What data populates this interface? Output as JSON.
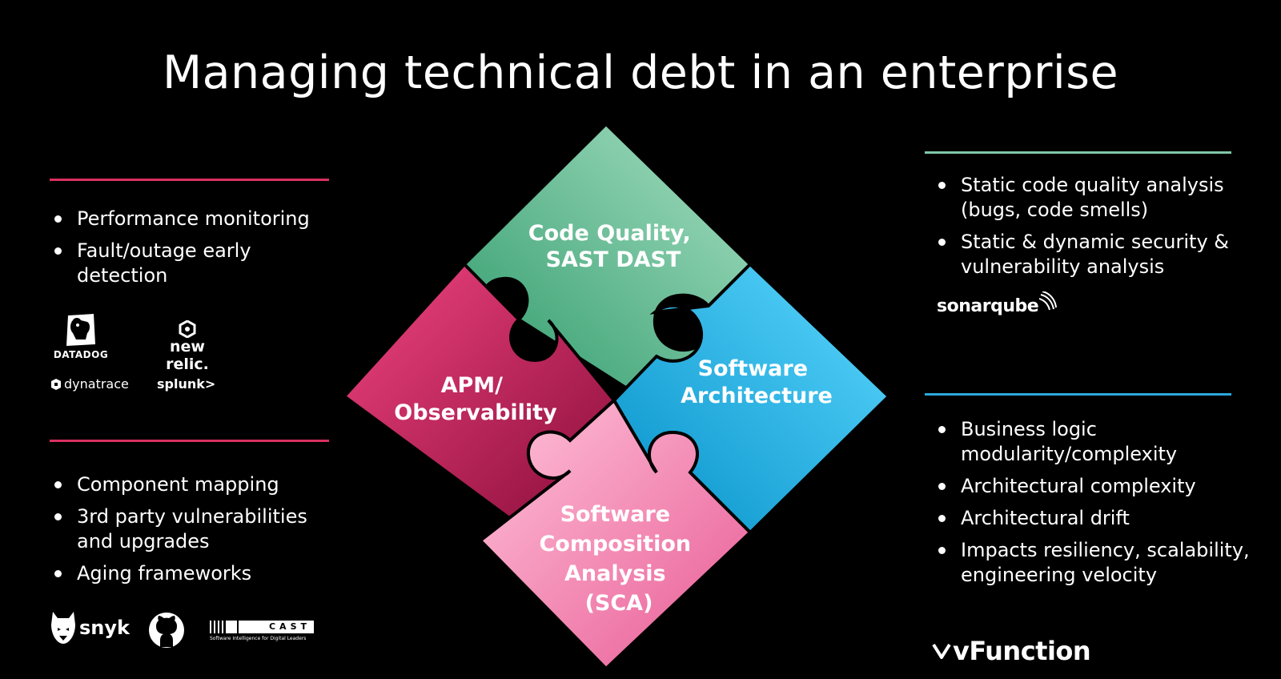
{
  "title": "Managing technical debt in an enterprise",
  "colors": {
    "background": "#000000",
    "rule_left": "#d9305f",
    "rule_top_right": "#7fc8a9",
    "rule_bottom_right": "#2aa8dd",
    "code_quality": "#5fbf8f",
    "software_architecture": "#22b8ea",
    "apm": "#d8245e",
    "sca": "#f48bb4"
  },
  "puzzle": {
    "code_quality": [
      "Code Quality,",
      "SAST DAST"
    ],
    "software_architecture": [
      "Software",
      "Architecture"
    ],
    "apm": [
      "APM/",
      "Observability"
    ],
    "sca": [
      "Software",
      "Composition",
      "Analysis",
      "(SCA)"
    ]
  },
  "left_top": {
    "bullets": [
      "Performance monitoring",
      "Fault/outage early detection"
    ],
    "logos": {
      "datadog": "DATADOG",
      "new_relic": "new relic.",
      "dynatrace": "dynatrace",
      "splunk": "splunk>"
    }
  },
  "left_bottom": {
    "bullets": [
      "Component mapping",
      "3rd party vulnerabilities and upgrades",
      "Aging frameworks"
    ],
    "logos": {
      "snyk": "snyk",
      "github": "github-octocat-icon",
      "cast": "CAST",
      "cast_tagline": "Software Intelligence for Digital Leaders"
    }
  },
  "right_top": {
    "bullets": [
      "Static code quality analysis (bugs, code smells)",
      "Static & dynamic security & vulnerability analysis"
    ],
    "logo": "sonarqube"
  },
  "right_bottom": {
    "bullets": [
      "Business logic modularity/complexity",
      "Architectural complexity",
      "Architectural drift",
      "Impacts resiliency, scalability, engineering velocity"
    ],
    "logo": "vFunction"
  }
}
